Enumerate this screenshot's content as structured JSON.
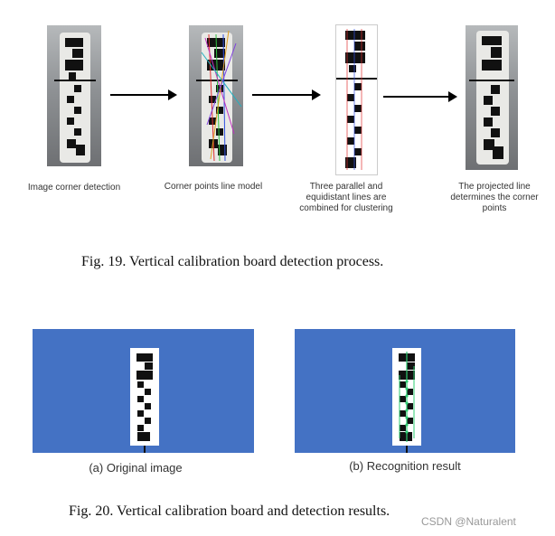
{
  "figure19": {
    "steps": [
      {
        "label": "Image corner detection"
      },
      {
        "label": "Corner points line model"
      },
      {
        "label": "Three parallel and equidistant lines are combined for clustering"
      },
      {
        "label": "The projected line determines the corner points"
      }
    ],
    "caption": "Fig. 19.    Vertical calibration board detection process."
  },
  "figure20": {
    "panels": [
      {
        "label": "(a) Original image"
      },
      {
        "label": "(b) Recognition result"
      }
    ],
    "caption": "Fig. 20.    Vertical calibration board and detection results."
  },
  "watermark": "CSDN @Naturalent",
  "colors": {
    "panel_blue": "#4472c4",
    "marker_green": "#2ecc71"
  }
}
